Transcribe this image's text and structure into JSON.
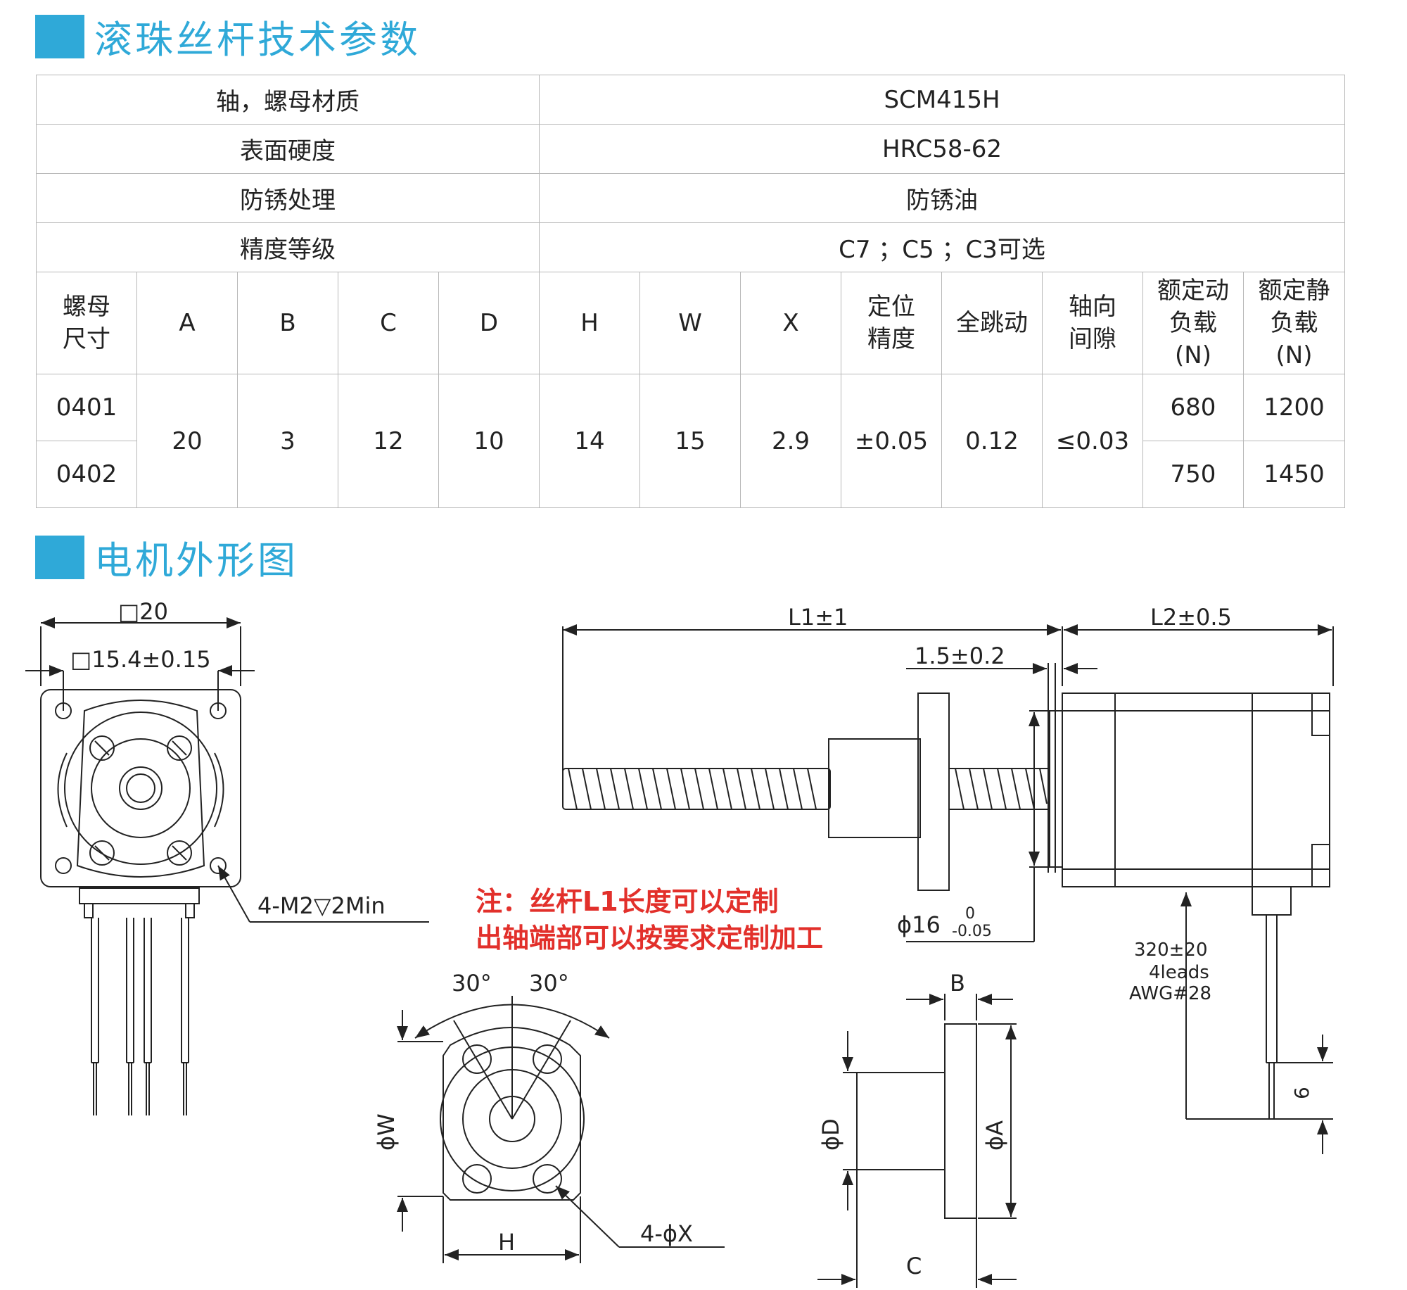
{
  "sections": {
    "params_title": "滚珠丝杆技术参数",
    "drawing_title": "电机外形图"
  },
  "table": {
    "rows": [
      {
        "label": "轴，螺母材质",
        "value": "SCM415H"
      },
      {
        "label": "表面硬度",
        "value": "HRC58-62"
      },
      {
        "label": "防锈处理",
        "value": "防锈油"
      },
      {
        "label": "精度等级",
        "value": "C7 ；C5 ；C3可选"
      }
    ],
    "headers": [
      "螺母\n尺寸",
      "A",
      "B",
      "C",
      "D",
      "H",
      "W",
      "X",
      "定位\n精度",
      "全跳动",
      "轴向\n间隙",
      "额定动\n负载\n(N)",
      "额定静\n负载\n(N)"
    ],
    "models": [
      "0401",
      "0402"
    ],
    "shared": {
      "A": "20",
      "B": "3",
      "C": "12",
      "D": "10",
      "H": "14",
      "W": "15",
      "X": "2.9",
      "pos": "±0.05",
      "runout": "0.12",
      "axial": "≤0.03"
    },
    "dyn_load": [
      "680",
      "750"
    ],
    "stat_load": [
      "1200",
      "1450"
    ]
  },
  "drawing": {
    "square_outer": "□20",
    "square_inner": "□15.4±0.15",
    "thread_callout": "4-M2▽2Min",
    "L1": "L1±1",
    "L2": "L2±0.5",
    "nut_offset": "1.5±0.2",
    "nut_dia": "ϕ16",
    "nut_tol_upper": "0",
    "nut_tol_lower": "-0.05",
    "lead_len": "320±20",
    "leads": "4leads",
    "awg": "AWG#28",
    "strip": "6",
    "angle1": "30°",
    "angle2": "30°",
    "flange_W": "ϕW",
    "flange_H": "H",
    "holes": "4-ϕX",
    "side_B": "B",
    "side_D": "ϕD",
    "side_A": "ϕA",
    "side_C": "C",
    "note_line1": "注：丝杆L1长度可以定制",
    "note_line2": "出轴端部可以按要求定制加工"
  }
}
